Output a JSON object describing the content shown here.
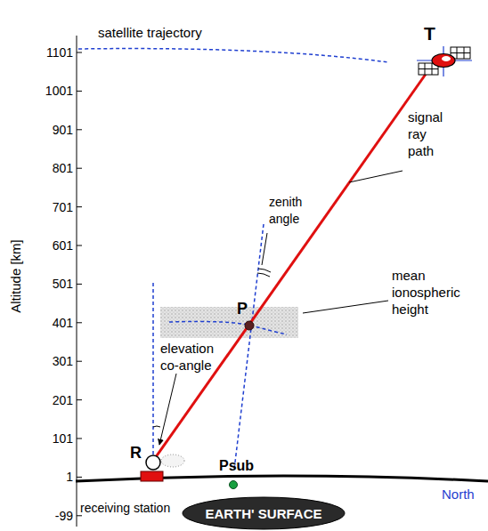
{
  "diagram": {
    "nodes": [
      {
        "text": [
          "EARTH' SURFACE"
        ]
      }
    ],
    "labels": [
      "satellite trajectory",
      "T",
      "signal ray path",
      "zenith angle",
      "P",
      "mean ionospheric height",
      "elevation co-angle",
      "R",
      "Psub",
      "North",
      "receiving station",
      "Altitude [km]",
      "1101",
      "1001",
      "901",
      "801",
      "701",
      "601",
      "501",
      "401",
      "301",
      "201",
      "101",
      "1",
      "-99"
    ]
  }
}
